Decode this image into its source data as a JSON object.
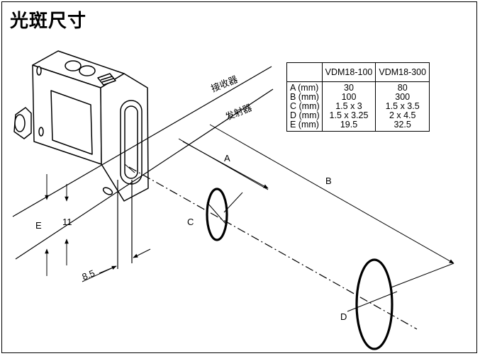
{
  "title": "光斑尺寸",
  "labels": {
    "receiver": "接收器",
    "emitter": "发射器",
    "A": "A",
    "B": "B",
    "C": "C",
    "D": "D",
    "E": "E",
    "dim_11": "11",
    "dim_8_5": "8.5"
  },
  "table": {
    "headers": [
      "",
      "VDM18-100",
      "VDM18-300"
    ],
    "rows": [
      {
        "label": "A (mm)",
        "v1": "30",
        "v2": "80"
      },
      {
        "label": "B (mm)",
        "v1": "100",
        "v2": "300"
      },
      {
        "label": "C (mm)",
        "v1": "1.5 x 3",
        "v2": "1.5 x 3.5"
      },
      {
        "label": "D (mm)",
        "v1": "1.5 x 3.25",
        "v2": "2 x 4.5"
      },
      {
        "label": "E (mm)",
        "v1": "19.5",
        "v2": "32.5"
      }
    ]
  }
}
